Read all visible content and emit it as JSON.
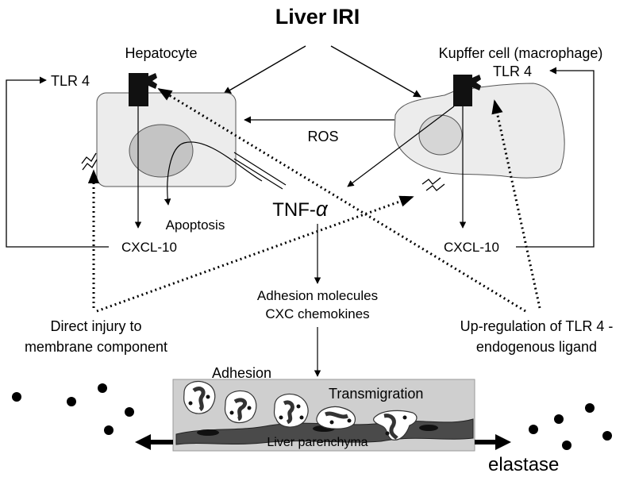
{
  "title": "Liver IRI",
  "hepatocyte": "Hepatocyte",
  "kupffer": "Kupffer cell (macrophage)",
  "tlr4_left": "TLR 4",
  "tlr4_right": "TLR 4",
  "ros": "ROS",
  "tnf": "TNF-",
  "alpha": "α",
  "apoptosis": "Apoptosis",
  "cxcl10_left": "CXCL-10",
  "cxcl10_right": "CXCL-10",
  "adhesion_line1": "Adhesion molecules",
  "adhesion_line2": "CXC chemokines",
  "direct_line1": "Direct injury to",
  "direct_line2": "membrane component",
  "upreg_line1": "Up-regulation of TLR 4 -",
  "upreg_line2": "endogenous ligand",
  "adhesion": "Adhesion",
  "transmigration": "Transmigration",
  "parenchyma": "Liver parenchyma",
  "elastase": "elastase",
  "colors": {
    "cell_fill": "#ececec",
    "nucleus_fill": "#c4c4c4",
    "panel_fill": "#cfcfcf",
    "ink": "#000000"
  }
}
